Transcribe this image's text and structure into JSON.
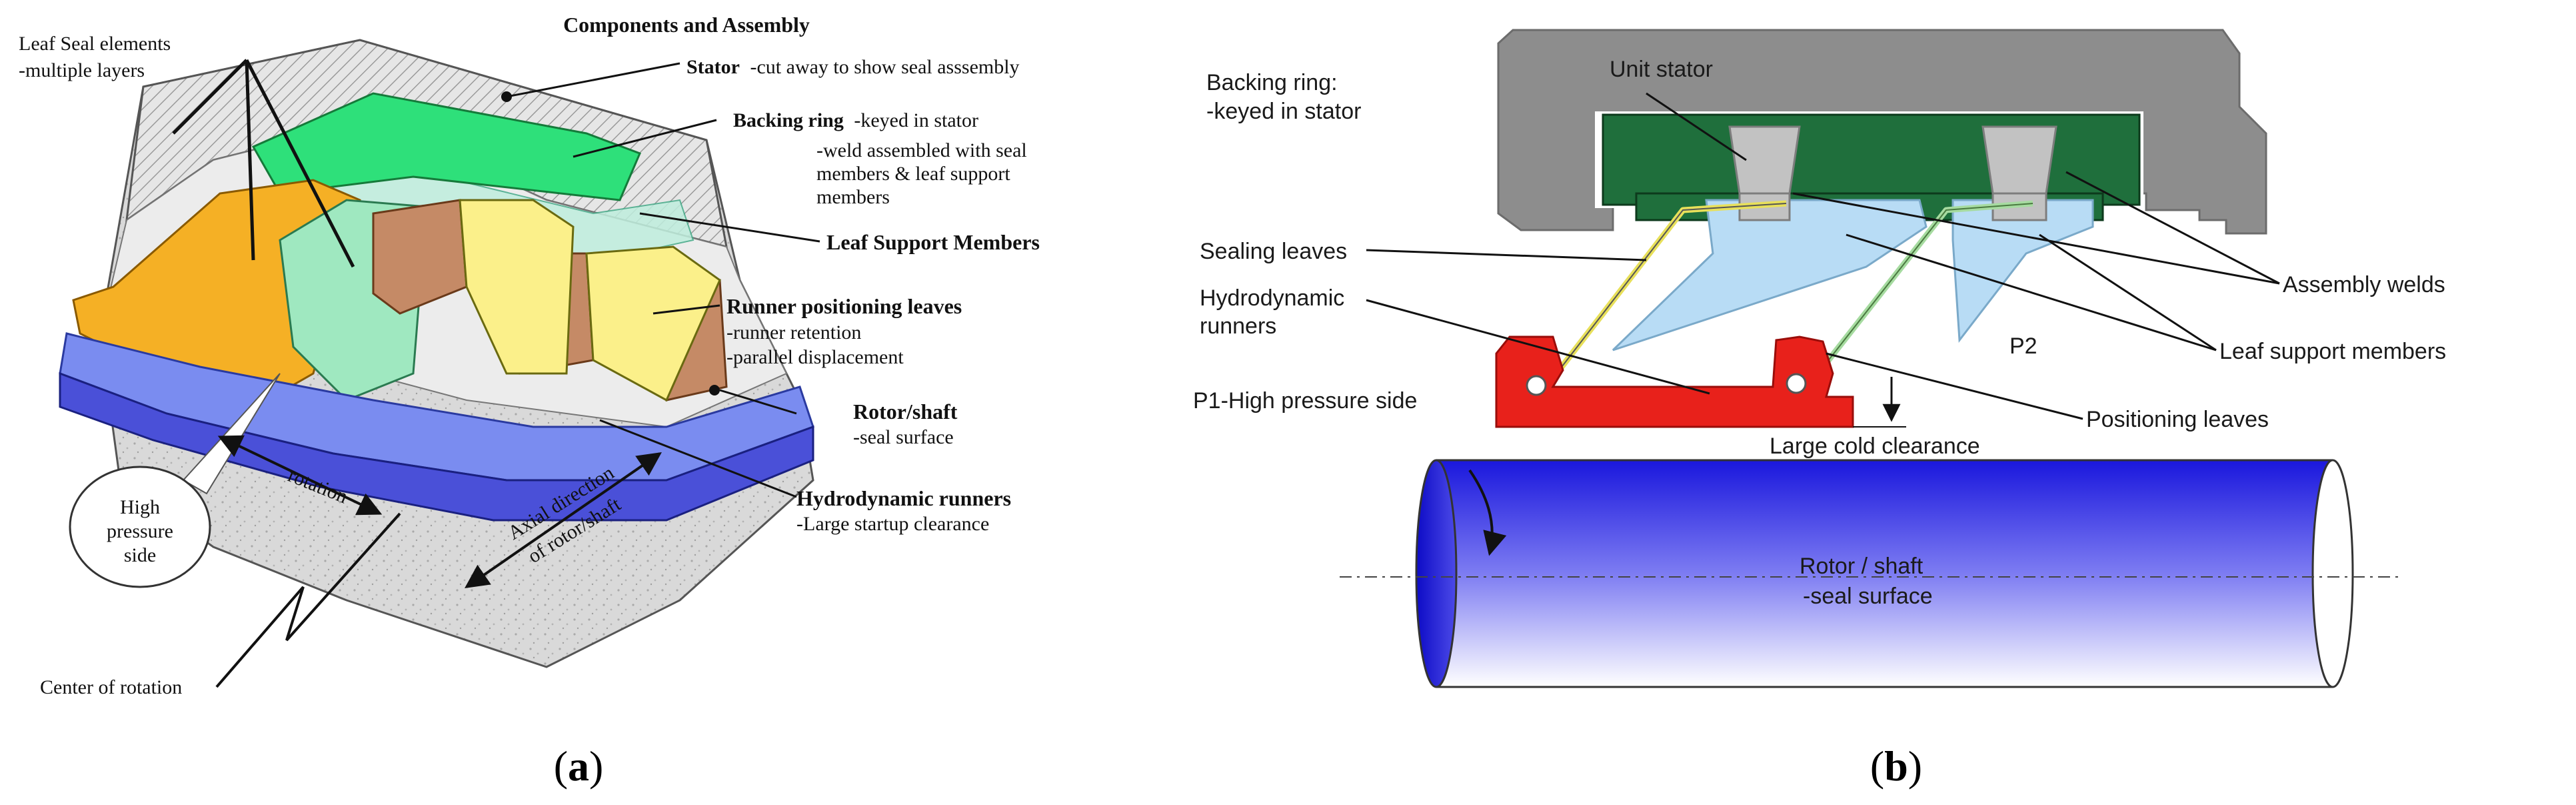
{
  "panel_a": {
    "title": "Components and Assembly",
    "caption": {
      "open": "(",
      "letter": "a",
      "close": ")"
    },
    "leaf_seal": [
      "Leaf Seal elements",
      "-multiple layers"
    ],
    "stator": {
      "name": "Stator",
      "desc": "-cut away to show seal asssembly"
    },
    "backing_ring": {
      "name": "Backing ring",
      "desc": "-keyed in stator",
      "desc2": [
        "-weld assembled with seal",
        "members & leaf support",
        "members"
      ]
    },
    "leaf_support": "Leaf Support Members",
    "runner_positioning": {
      "name": "Runner positioning leaves",
      "lines": [
        "-runner retention",
        "-parallel displacement"
      ]
    },
    "rotor": {
      "name": "Rotor/shaft",
      "desc": "-seal surface"
    },
    "hydro": {
      "name": "Hydrodynamic runners",
      "desc": "-Large startup clearance"
    },
    "high_pressure": [
      "High",
      "pressure",
      "side"
    ],
    "rotation": "rotation",
    "axial": [
      "Axial direction",
      "of rotor/shaft"
    ],
    "center": "Center of rotation",
    "colors": {
      "green": "#2ee07a",
      "mint": "#9fe8c0",
      "orange": "#f5b025",
      "yellow": "#fbf08a",
      "brown": "#c58a66",
      "blue": "#7a8cf0",
      "hatch": "#cfcfcf"
    }
  },
  "panel_b": {
    "caption": {
      "open": "(",
      "letter": "b",
      "close": ")"
    },
    "unit_stator": "Unit stator",
    "backing_ring": [
      "Backing ring:",
      "-keyed in stator"
    ],
    "sealing_leaves": "Sealing leaves",
    "hydro": [
      "Hydrodynamic",
      "runners"
    ],
    "p1": "P1-High pressure side",
    "p2": "P2",
    "assembly_welds": "Assembly welds",
    "leaf_support": "Leaf support members",
    "positioning": "Positioning leaves",
    "clearance": "Large cold clearance",
    "rotor": [
      "Rotor / shaft",
      "-seal surface"
    ],
    "colors": {
      "stator": "#8d8d8d",
      "backing": "#1f6f3c",
      "support": "#b8dcf5",
      "runner": "#e8211b",
      "rotor_dark": "#1d1be0",
      "rotor_light": "#ffffff"
    }
  }
}
